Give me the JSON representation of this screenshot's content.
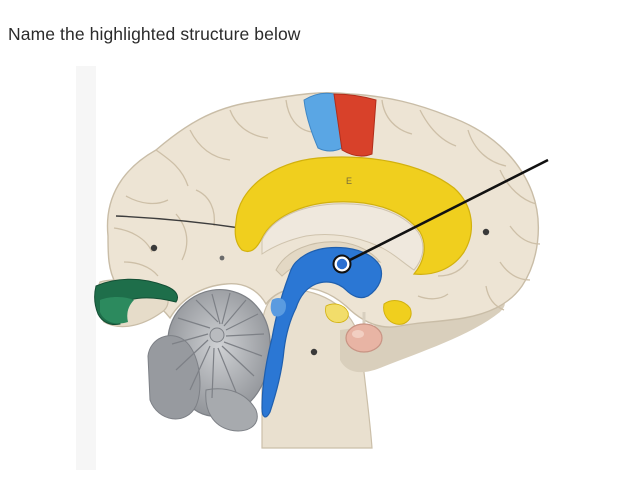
{
  "question": {
    "text": "Name the highlighted structure below"
  },
  "figure": {
    "subject": "brain-model-midsagittal",
    "label_letter": "E",
    "highlight_color": "#2a6fd1",
    "colors": {
      "cortex": "#ece3d3",
      "corpus_callosum": "#f0cf1e",
      "motor_strip": "#d8412a",
      "sensory_strip": "#5aa6e4",
      "visual_area": "#1e6e4a",
      "cerebellum": "#a2a5aa",
      "ventricle": "#2b77d4",
      "pituitary": "#e6b2a2"
    }
  }
}
